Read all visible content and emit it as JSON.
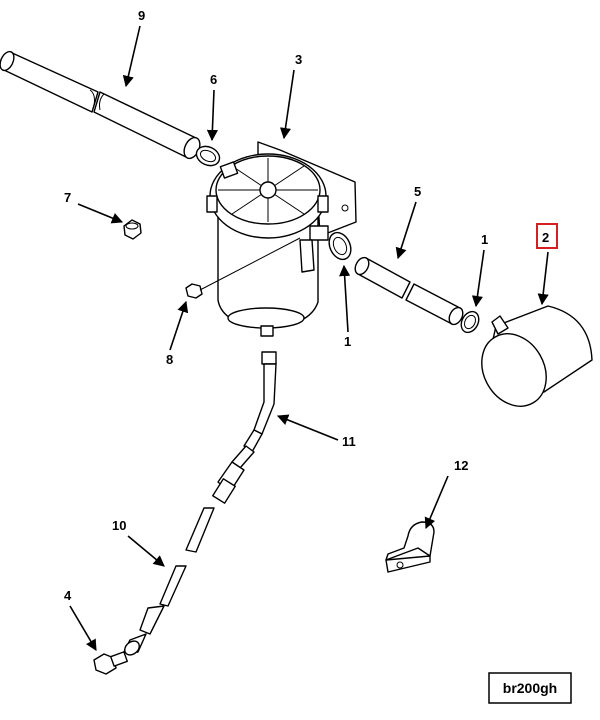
{
  "callouts": {
    "c1a": "1",
    "c1b": "1",
    "c2": "2",
    "c3": "3",
    "c4": "4",
    "c5": "5",
    "c6": "6",
    "c7": "7",
    "c8": "8",
    "c9": "9",
    "c10": "10",
    "c11": "11",
    "c12": "12"
  },
  "highlight": {
    "callout": "2",
    "color": "#d42020"
  },
  "reference_code": "br200gh",
  "icons": [
    "fuel-filter-icon",
    "hose-icon",
    "clamp-icon",
    "fitting-icon",
    "bracket-icon",
    "canister-icon",
    "bolt-icon",
    "nut-icon"
  ]
}
